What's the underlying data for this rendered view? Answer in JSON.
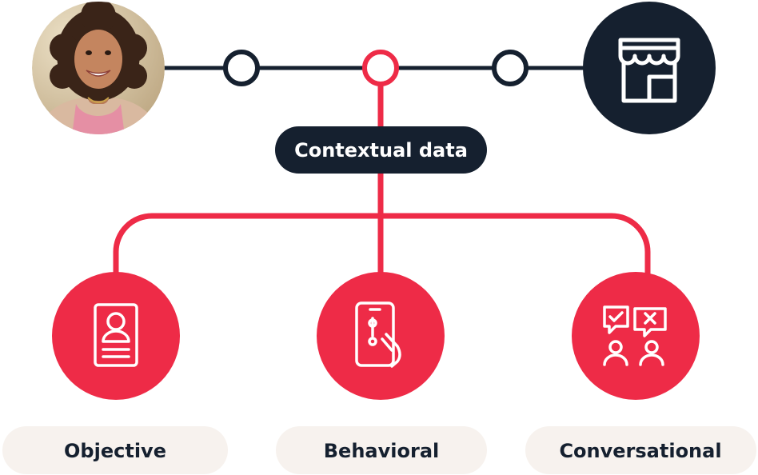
{
  "diagram": {
    "center_label": "Contextual data",
    "categories": [
      {
        "id": "objective",
        "label": "Objective",
        "icon": "profile-card-icon"
      },
      {
        "id": "behavioral",
        "label": "Behavioral",
        "icon": "phone-touch-icon"
      },
      {
        "id": "conversational",
        "label": "Conversational",
        "icon": "chat-people-icon"
      }
    ],
    "customer_avatar": "customer-avatar-photo",
    "store_icon": "storefront-icon",
    "colors": {
      "accent": "#EE2B47",
      "navy": "#15202F",
      "pill_bg": "#F7F2EE",
      "white": "#FFFFFF"
    }
  }
}
